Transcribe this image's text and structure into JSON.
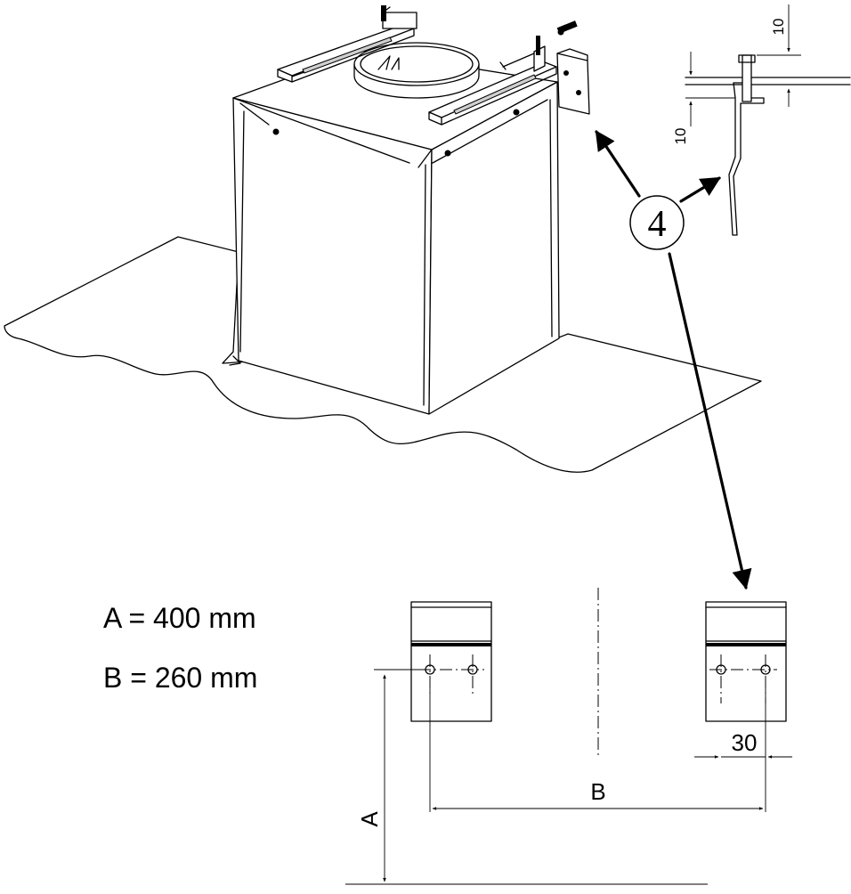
{
  "specs": [
    {
      "text": "A = 400 mm"
    },
    {
      "text": "B = 260 mm"
    }
  ],
  "callout": {
    "number": "4"
  },
  "dimensions": {
    "a_label": "A",
    "b_label": "B",
    "hole_spacing": "30",
    "detail_top": "10",
    "detail_left": "10"
  }
}
